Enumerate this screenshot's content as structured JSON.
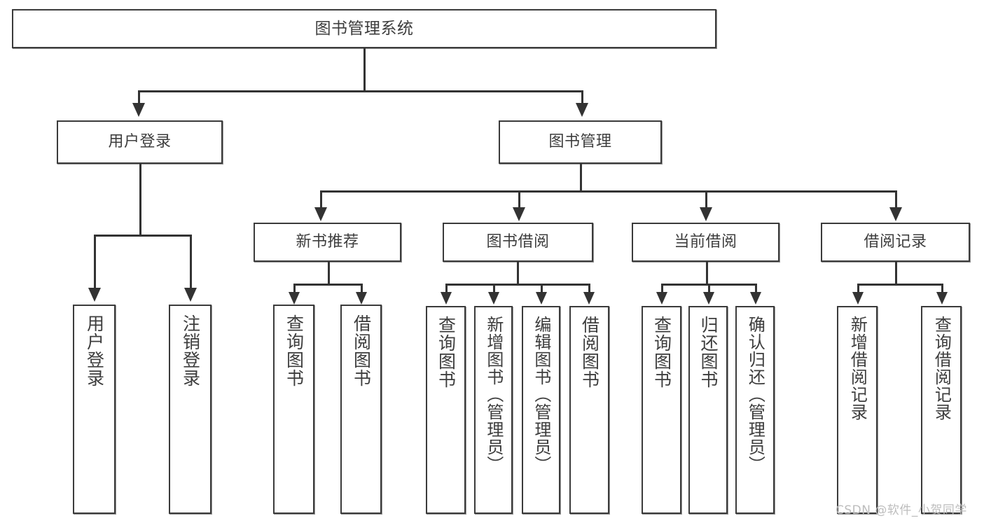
{
  "diagram": {
    "title": "图书管理系统",
    "type": "hierarchy-tree",
    "watermark": "CSDN @软件_小贺同学",
    "colors": {
      "background": "#ffffff",
      "box_border": "#3b3b3b",
      "line": "#333333",
      "text": "#3d3d3d",
      "watermark": "#bdbdbd"
    },
    "root": {
      "label": "图书管理系统"
    },
    "level1": [
      {
        "label": "用户登录"
      },
      {
        "label": "图书管理"
      }
    ],
    "level2": [
      {
        "label": "新书推荐"
      },
      {
        "label": "图书借阅"
      },
      {
        "label": "当前借阅"
      },
      {
        "label": "借阅记录"
      }
    ],
    "leaves": {
      "user_login": [
        {
          "label": "用户登录"
        },
        {
          "label": "注销登录"
        }
      ],
      "new_book_recommend": [
        {
          "label": "查询图书"
        },
        {
          "label": "借阅图书"
        }
      ],
      "book_borrow": [
        {
          "label": "查询图书"
        },
        {
          "label": "新增图书（管理员）"
        },
        {
          "label": "编辑图书（管理员）"
        },
        {
          "label": "借阅图书"
        }
      ],
      "current_borrow": [
        {
          "label": "查询图书"
        },
        {
          "label": "归还图书"
        },
        {
          "label": "确认归还（管理员）"
        }
      ],
      "borrow_record": [
        {
          "label": "新增借阅记录"
        },
        {
          "label": "查询借阅记录"
        }
      ]
    }
  }
}
